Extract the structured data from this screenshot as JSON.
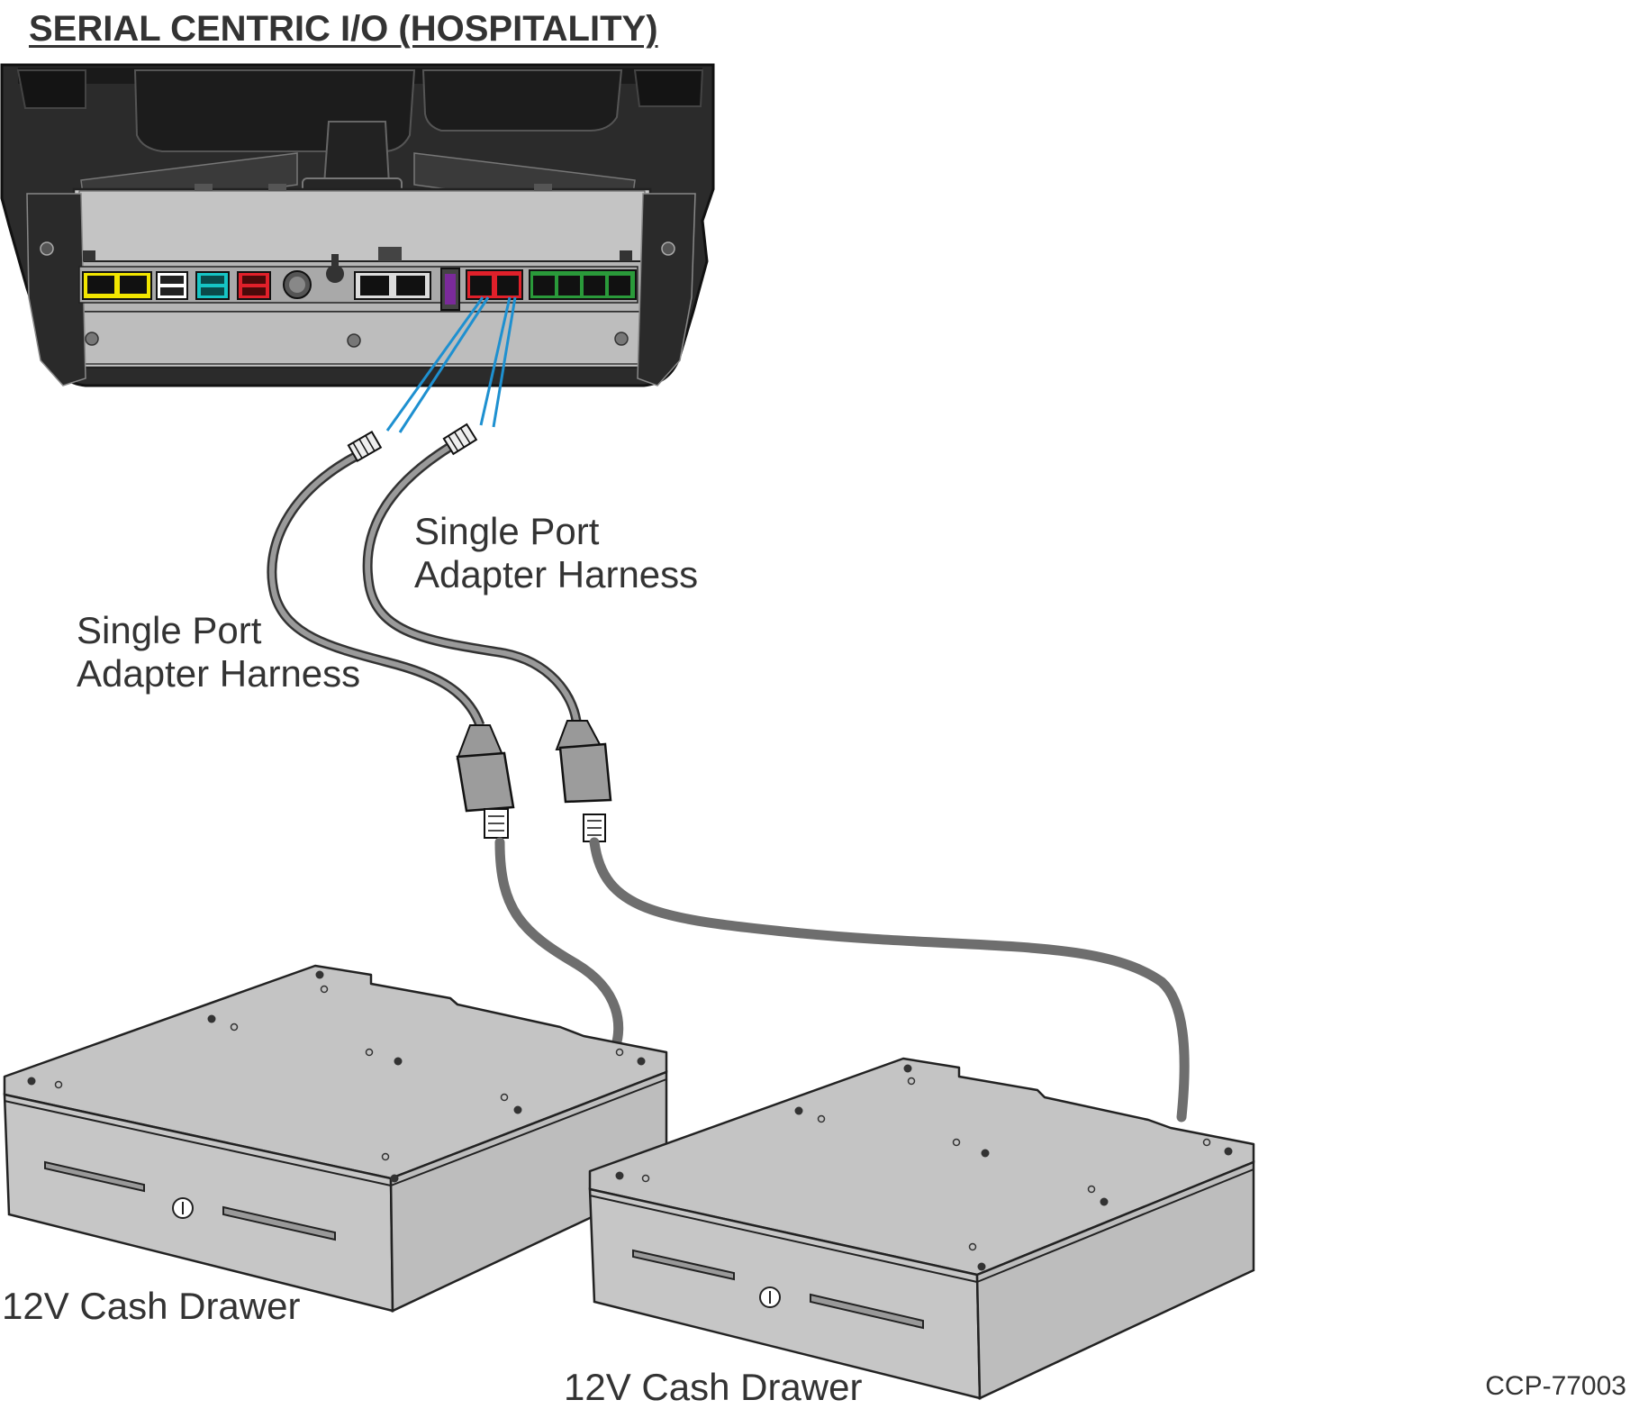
{
  "title": "SERIAL CENTRIC I/O (HOSPITALITY)",
  "labels": {
    "harness_right": [
      "Single Port",
      "Adapter Harness"
    ],
    "harness_left": [
      "Single Port",
      "Adapter Harness"
    ],
    "drawer_left": "12V Cash Drawer",
    "drawer_right": "12V Cash Drawer"
  },
  "figure_id": "CCP-77003",
  "colors": {
    "port_yellow": "#f2e600",
    "port_cyan": "#16c4c4",
    "port_red": "#e0202a",
    "port_green": "#2a9a3a",
    "port_purple": "#7a2a9a",
    "leader_line": "#1e90d0",
    "cable_gray": "#6e6e6e",
    "drawer_gray": "#c4c4c4"
  },
  "icons": [
    "pos-terminal-illustration",
    "rj-connector-icon",
    "cash-drawer-illustration"
  ]
}
